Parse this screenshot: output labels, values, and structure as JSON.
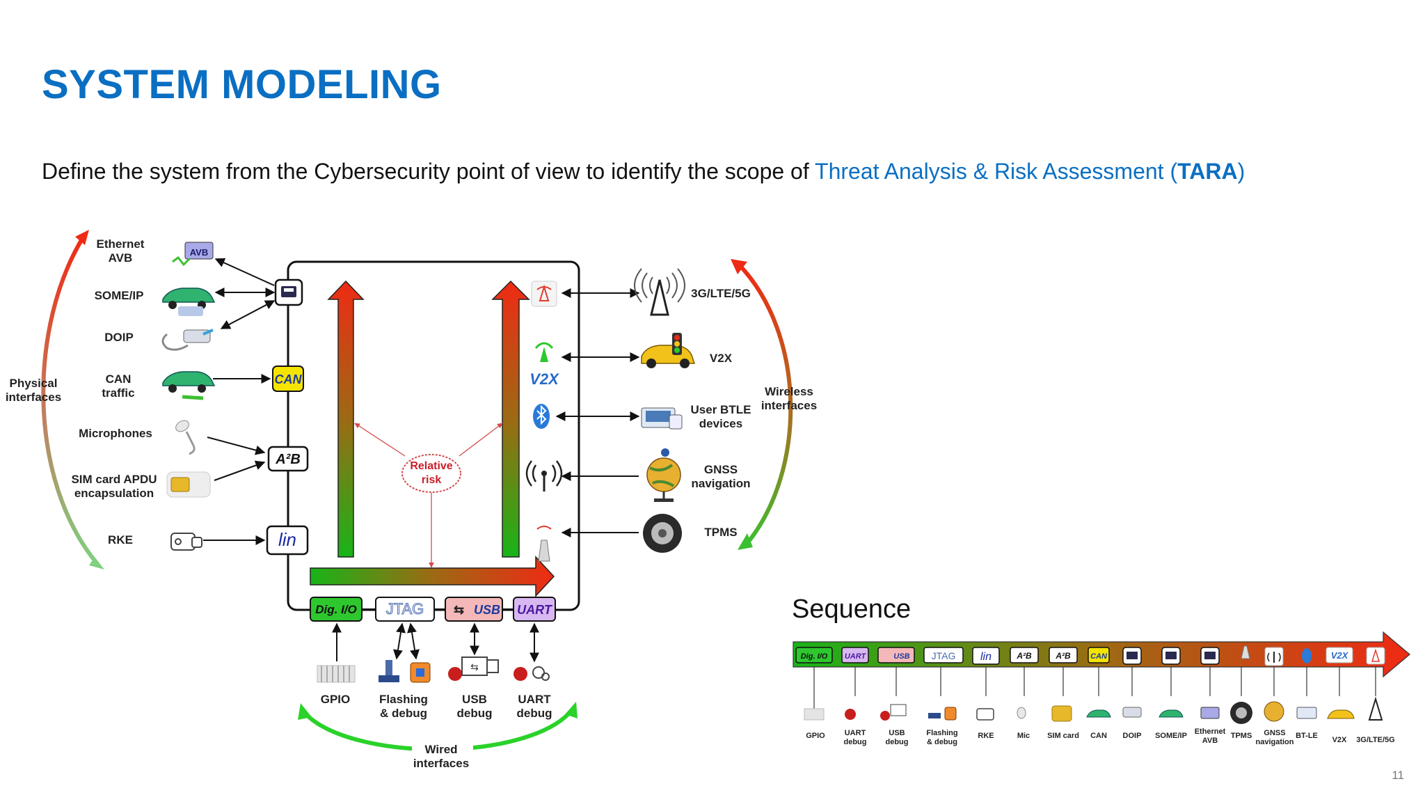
{
  "slide": {
    "title": "SYSTEM MODELING",
    "subtitle": {
      "prefix": "Define the system from the Cybersecurity point of view to identify the scope of",
      "link_text": "Threat Analysis & Risk Assessment (",
      "acronym": "TARA",
      "suffix": ")"
    },
    "page_number": "11"
  },
  "diagram": {
    "physical_label": [
      "Physical",
      "interfaces"
    ],
    "wireless_label": [
      "Wireless",
      "interfaces"
    ],
    "wired_label": [
      "Wired",
      "interfaces"
    ],
    "relative_risk": [
      "Relative",
      "risk"
    ],
    "physical_items": [
      [
        "Ethernet",
        "AVB"
      ],
      [
        "SOME/IP"
      ],
      [
        "DOIP"
      ],
      [
        "CAN",
        "traffic"
      ],
      [
        "Microphones"
      ],
      [
        "SIM card APDU",
        "encapsulation"
      ],
      [
        "RKE"
      ]
    ],
    "wireless_items": [
      [
        "3G/LTE/5G"
      ],
      [
        "V2X"
      ],
      [
        "User BTLE",
        "devices"
      ],
      [
        "GNSS",
        "navigation"
      ],
      [
        "TPMS"
      ]
    ],
    "wired_items": [
      [
        "GPIO"
      ],
      [
        "Flashing",
        "& debug"
      ],
      [
        "USB",
        "debug"
      ],
      [
        "UART",
        "debug"
      ]
    ],
    "bus_badges": {
      "can": "CAN",
      "avb": "AVB",
      "dig_io": "Dig. I/O",
      "jtag": "JTAG",
      "usb": "USB",
      "uart": "UART",
      "lin": "lin",
      "a2b": "A²B",
      "v2x": "V2X"
    },
    "colors": {
      "accent_blue": "#0a6fc2",
      "risk_low": "#22b022",
      "risk_high": "#e8321e",
      "can_badge": "#f5e400",
      "dig_io_badge": "#2ec82e",
      "usb_badge": "#f4b8b8",
      "uart_badge": "#d8b8f0"
    }
  },
  "sequence": {
    "title": "Sequence",
    "badges": [
      "Dig. I/O",
      "UART",
      "USB",
      "JTAG",
      "lin",
      "A²B",
      "A²B",
      "CAN"
    ],
    "items": [
      [
        "GPIO"
      ],
      [
        "UART",
        "debug"
      ],
      [
        "USB",
        "debug"
      ],
      [
        "Flashing",
        "& debug"
      ],
      [
        "RKE"
      ],
      [
        "Mic"
      ],
      [
        "SIM card"
      ],
      [
        "CAN"
      ],
      [
        "DOIP"
      ],
      [
        "SOME/IP"
      ],
      [
        "Ethernet",
        "AVB"
      ],
      [
        "TPMS"
      ],
      [
        "GNSS",
        "navigation"
      ],
      [
        "BT-LE"
      ],
      [
        "V2X"
      ],
      [
        "3G/LTE/5G"
      ]
    ]
  }
}
